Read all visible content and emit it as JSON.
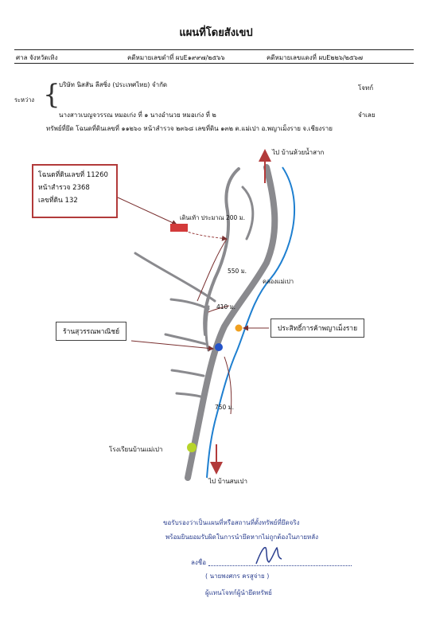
{
  "title": "แผนที่โดยสังเขป",
  "header": {
    "court": "ศาล  จังหวัดเทิง",
    "black_case": "คดีหมายเลขดำที่ ผบE๑๙๙๗/๒๕๖๖",
    "red_case": "คดีหมายเลขแดงที่ ผบE๒๒๖/๒๕๖๗"
  },
  "parties": {
    "between_label": "ระหว่าง",
    "plaintiff": "บริษัท นิสสัน ลีสซิ่ง (ประเทศไทย) จำกัด",
    "plaintiff_role": "โจทก์",
    "defendant": "นางสาวเบญจวรรณ หมอเก่ง ที่ ๑ นางอำนวย หมอเก่ง ที่ ๒",
    "defendant_role": "จำเลย"
  },
  "property_line": "ทรัพย์ที่ยึด โฉนดที่ดินเลขที่ ๑๑๒๖๐  หน้าสำรวจ ๒๓๖๘ เลขที่ดิน ๑๓๒ ต.แม่เปา อ.พญาเม็งราย จ.เชียงราย",
  "deed_box": {
    "line1": "โฉนดที่ดินเลขที่ 11260",
    "line2": "หน้าสำรวจ 2368",
    "line3": "เลขที่ดิน 132"
  },
  "map_labels": {
    "to_north": "ไป  บ้านห้วยน้ำสาก",
    "walk": "เดินเท้า ประมาณ 200 ม.",
    "dist_550": "550 ม.",
    "canal": "คลองแม่เปา",
    "dist_410": "410 ม.",
    "store": "ร้านสุวรรณพาณิชย์",
    "temple": "ประสิทธิ์การค้าพญาเม็งราย",
    "dist_750": "750 ม.",
    "school": "โรงเรียนบ้านแม่เปา",
    "to_south": "ไป  บ้านสบเปา"
  },
  "certification": {
    "line1": "ขอรับรองว่าเป็นแผนที่หรือสถานที่ตั้งทรัพย์ที่ยึดจริง",
    "line2": "พร้อมยินยอมรับผิดในการนำยึดหากไม่ถูกต้องในภายหลัง",
    "sign_label": "ลงชื่อ",
    "signer": "( นายพงศกร ครสูจ่าย )",
    "role": "ผู้แทนโจทก์ผู้นำยึดทรัพย์"
  },
  "colors": {
    "road": "#8a8a8e",
    "river": "#1e7fd0",
    "arrow_red": "#b23a3a",
    "marker_blue": "#2453c9",
    "marker_orange": "#f0a020",
    "marker_green": "#b7d42a"
  }
}
